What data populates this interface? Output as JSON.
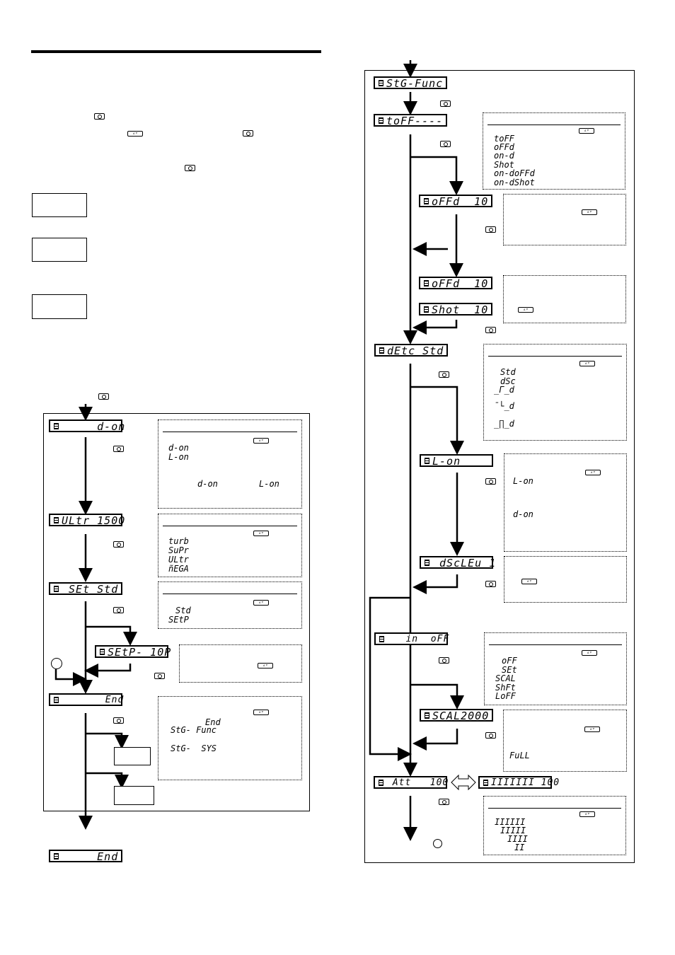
{
  "left_lcds": [
    {
      "id": "d-on",
      "text": "     d-on"
    },
    {
      "id": "ultr",
      "text": "ULtr 1500"
    },
    {
      "id": "set",
      "text": " SEt Std"
    },
    {
      "id": "setp",
      "text": "SEtP- 10P"
    },
    {
      "id": "end",
      "text": "       End"
    },
    {
      "id": "end2",
      "text": "     End"
    }
  ],
  "right_lcds": [
    {
      "id": "stg-func",
      "text": "StG-Func"
    },
    {
      "id": "toff",
      "text": "toFF----"
    },
    {
      "id": "offd1",
      "text": "oFFd  10"
    },
    {
      "id": "offd2",
      "text": "oFFd  10"
    },
    {
      "id": "shot",
      "text": "Shot  10"
    },
    {
      "id": "detc",
      "text": "dEtc Std"
    },
    {
      "id": "lon",
      "text": "L-on"
    },
    {
      "id": "dsclev",
      "text": " dScLEu 1"
    },
    {
      "id": "in",
      "text": "   in  oFF"
    },
    {
      "id": "scal",
      "text": "SCAL2000"
    },
    {
      "id": "att",
      "text": " Att   100"
    },
    {
      "id": "bar",
      "text": "IIIIIII 100"
    }
  ],
  "boxes": {
    "output_mode": {
      "opts": [
        "d-on",
        "L-on"
      ],
      "note1": "d-on",
      "note2": "L-on"
    },
    "power_mode": {
      "opts": [
        "turb",
        "SuPr",
        "ULtr",
        "ñEGA"
      ]
    },
    "setting": {
      "opts": [
        "Std",
        "SEtP"
      ]
    },
    "end_box": {
      "l1": "End",
      "l2": "StG- Func",
      "l3": "StG-  SYS"
    },
    "timer": {
      "opts": [
        "toFF",
        "oFFd",
        "on-d",
        "Shot",
        "on-doFFd",
        "on-dShot"
      ]
    },
    "detect": {
      "opts": [
        "Std",
        "dSc",
        "_Γ_d",
        "¯└_d",
        "_∏_d"
      ]
    },
    "lon_box": {
      "l1": "L-on",
      "l2": "d-on"
    },
    "input": {
      "opts": [
        "oFF",
        "SEt",
        "SCAL",
        "ShFt",
        "LoFF"
      ]
    },
    "scal_box": {
      "l1": "FuLL"
    },
    "att_box": {
      "opts": [
        "IIIIII",
        "IIIII",
        "IIII",
        "II"
      ]
    }
  }
}
